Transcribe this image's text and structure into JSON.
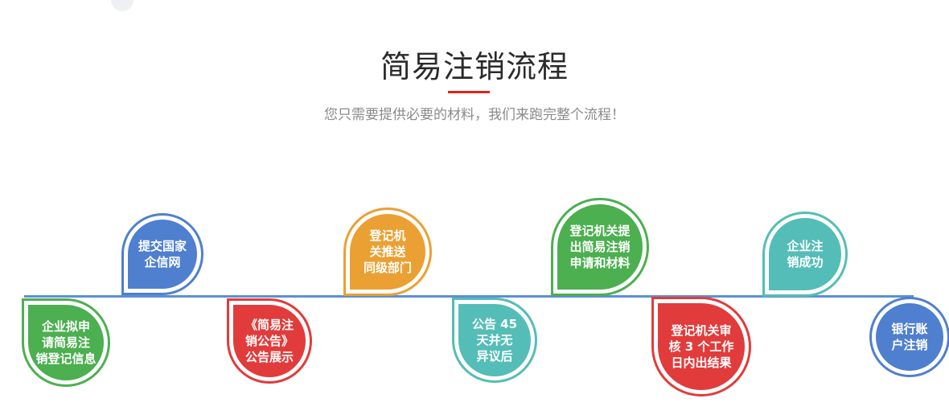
{
  "header": {
    "title": "简易注销流程",
    "subtitle": "您只需要提供必要的材料，我们来跑完整个流程！"
  },
  "colors": {
    "title_accent": "#d9261c",
    "timeline": "#5b8fd6",
    "green": "#4caf50",
    "blue": "#4f7fcf",
    "orange": "#eba033",
    "red": "#e23b3b",
    "teal": "#55bdb7"
  },
  "steps": [
    {
      "label": "企业拟申\n请简易注\n销登记信息",
      "color": "#4caf50",
      "ring": "#4caf50"
    },
    {
      "label": "提交国家\n企信网",
      "color": "#4f7fcf",
      "ring": "#4f7fcf"
    },
    {
      "label": "《简易注\n销公告》\n公告展示",
      "color": "#e23b3b",
      "ring": "#e23b3b"
    },
    {
      "label": "登记机\n关推送\n同级部门",
      "color": "#eba033",
      "ring": "#eba033"
    },
    {
      "label": "公告 45\n天并无\n异议后",
      "color": "#55bdb7",
      "ring": "#55bdb7"
    },
    {
      "label": "登记机关提\n出简易注销\n申请和材料",
      "color": "#4caf50",
      "ring": "#4caf50"
    },
    {
      "label": "登记机关审\n核 3 个工作\n日内出结果",
      "color": "#e23b3b",
      "ring": "#e23b3b"
    },
    {
      "label": "企业注\n销成功",
      "color": "#55bdb7",
      "ring": "#55bdb7"
    },
    {
      "label": "银行账\n户注销",
      "color": "#4f7fcf",
      "ring": "#4f7fcf"
    }
  ]
}
